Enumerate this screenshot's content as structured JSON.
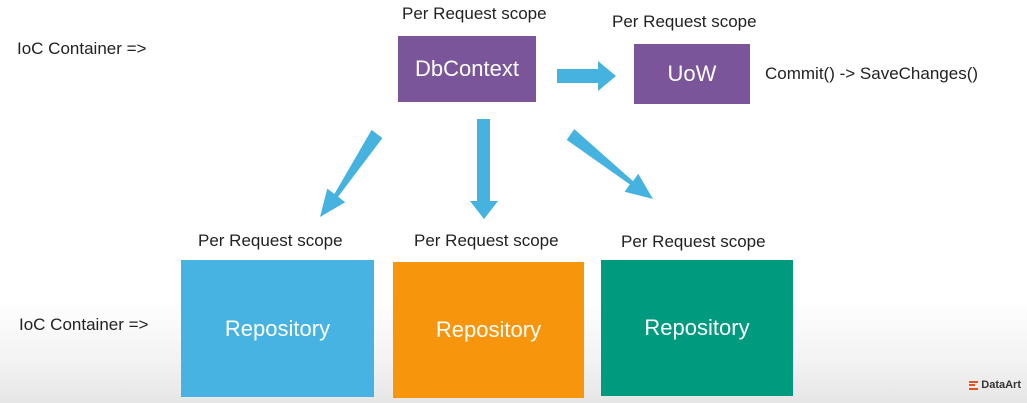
{
  "colors": {
    "purple": "#7a559a",
    "blue": "#47b3e2",
    "orange": "#f7950d",
    "teal": "#009a7e",
    "arrow": "#45b2df"
  },
  "labels": {
    "ioc_top": "IoC Container =>",
    "ioc_bottom": "IoC Container =>",
    "scope_dbcontext": "Per Request scope",
    "scope_uow": "Per Request scope",
    "scope_repo_1": "Per Request scope",
    "scope_repo_2": "Per Request scope",
    "scope_repo_3": "Per Request scope",
    "commit_note": "Commit() -> SaveChanges()"
  },
  "nodes": {
    "dbcontext": "DbContext",
    "uow": "UoW",
    "repo_1": "Repository",
    "repo_2": "Repository",
    "repo_3": "Repository"
  },
  "logo": {
    "text": "DataArt",
    "icon": "dataart-logo-icon"
  }
}
